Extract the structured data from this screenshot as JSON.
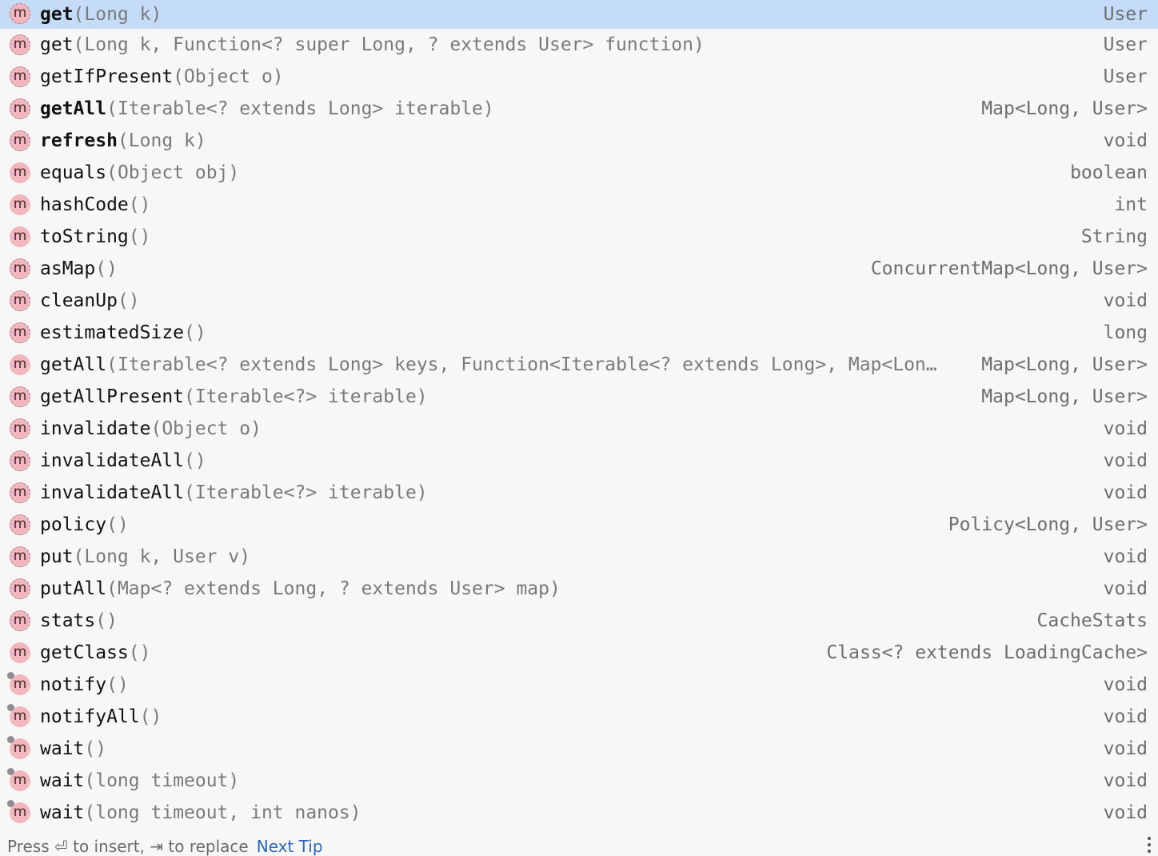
{
  "items": [
    {
      "name": "get",
      "params": "(Long k)",
      "type": "User",
      "bold": true,
      "selected": true,
      "icon": "m",
      "style": "dotted",
      "lock": false
    },
    {
      "name": "get",
      "params": "(Long k, Function<? super Long, ? extends User> function)",
      "type": "User",
      "bold": false,
      "selected": false,
      "icon": "m",
      "style": "dotted",
      "lock": false
    },
    {
      "name": "getIfPresent",
      "params": "(Object o)",
      "type": "User",
      "bold": false,
      "selected": false,
      "icon": "m",
      "style": "dotted",
      "lock": false
    },
    {
      "name": "getAll",
      "params": "(Iterable<? extends Long> iterable)",
      "type": "Map<Long, User>",
      "bold": true,
      "selected": false,
      "icon": "m",
      "style": "dotted",
      "lock": false
    },
    {
      "name": "refresh",
      "params": "(Long k)",
      "type": "void",
      "bold": true,
      "selected": false,
      "icon": "m",
      "style": "dotted",
      "lock": false
    },
    {
      "name": "equals",
      "params": "(Object obj)",
      "type": "boolean",
      "bold": false,
      "selected": false,
      "icon": "m",
      "style": "solid",
      "lock": false
    },
    {
      "name": "hashCode",
      "params": "()",
      "type": "int",
      "bold": false,
      "selected": false,
      "icon": "m",
      "style": "solid",
      "lock": false
    },
    {
      "name": "toString",
      "params": "()",
      "type": "String",
      "bold": false,
      "selected": false,
      "icon": "m",
      "style": "solid",
      "lock": false
    },
    {
      "name": "asMap",
      "params": "()",
      "type": "ConcurrentMap<Long, User>",
      "bold": false,
      "selected": false,
      "icon": "m",
      "style": "dotted",
      "lock": false
    },
    {
      "name": "cleanUp",
      "params": "()",
      "type": "void",
      "bold": false,
      "selected": false,
      "icon": "m",
      "style": "dotted",
      "lock": false
    },
    {
      "name": "estimatedSize",
      "params": "()",
      "type": "long",
      "bold": false,
      "selected": false,
      "icon": "m",
      "style": "dotted",
      "lock": false
    },
    {
      "name": "getAll",
      "params": "(Iterable<? extends Long> keys, Function<Iterable<? extends Long>, Map<Lon…",
      "type": "Map<Long, User>",
      "bold": false,
      "selected": false,
      "icon": "m",
      "style": "solid",
      "lock": false
    },
    {
      "name": "getAllPresent",
      "params": "(Iterable<?> iterable)",
      "type": "Map<Long, User>",
      "bold": false,
      "selected": false,
      "icon": "m",
      "style": "dotted",
      "lock": false
    },
    {
      "name": "invalidate",
      "params": "(Object o)",
      "type": "void",
      "bold": false,
      "selected": false,
      "icon": "m",
      "style": "dotted",
      "lock": false
    },
    {
      "name": "invalidateAll",
      "params": "()",
      "type": "void",
      "bold": false,
      "selected": false,
      "icon": "m",
      "style": "dotted",
      "lock": false
    },
    {
      "name": "invalidateAll",
      "params": "(Iterable<?> iterable)",
      "type": "void",
      "bold": false,
      "selected": false,
      "icon": "m",
      "style": "dotted",
      "lock": false
    },
    {
      "name": "policy",
      "params": "()",
      "type": "Policy<Long, User>",
      "bold": false,
      "selected": false,
      "icon": "m",
      "style": "dotted",
      "lock": false
    },
    {
      "name": "put",
      "params": "(Long k, User v)",
      "type": "void",
      "bold": false,
      "selected": false,
      "icon": "m",
      "style": "dotted",
      "lock": false
    },
    {
      "name": "putAll",
      "params": "(Map<? extends Long, ? extends User> map)",
      "type": "void",
      "bold": false,
      "selected": false,
      "icon": "m",
      "style": "dotted",
      "lock": false
    },
    {
      "name": "stats",
      "params": "()",
      "type": "CacheStats",
      "bold": false,
      "selected": false,
      "icon": "m",
      "style": "dotted",
      "lock": false
    },
    {
      "name": "getClass",
      "params": "()",
      "type": "Class<? extends LoadingCache>",
      "bold": false,
      "selected": false,
      "icon": "m",
      "style": "solid",
      "lock": false
    },
    {
      "name": "notify",
      "params": "()",
      "type": "void",
      "bold": false,
      "selected": false,
      "icon": "m",
      "style": "solid",
      "lock": true
    },
    {
      "name": "notifyAll",
      "params": "()",
      "type": "void",
      "bold": false,
      "selected": false,
      "icon": "m",
      "style": "solid",
      "lock": true
    },
    {
      "name": "wait",
      "params": "()",
      "type": "void",
      "bold": false,
      "selected": false,
      "icon": "m",
      "style": "solid",
      "lock": true
    },
    {
      "name": "wait",
      "params": "(long timeout)",
      "type": "void",
      "bold": false,
      "selected": false,
      "icon": "m",
      "style": "solid",
      "lock": true
    },
    {
      "name": "wait",
      "params": "(long timeout, int nanos)",
      "type": "void",
      "bold": false,
      "selected": false,
      "icon": "m",
      "style": "solid",
      "lock": true
    }
  ],
  "footer": {
    "hint": "Press ⏎ to insert, ⇥ to replace",
    "next_tip": "Next Tip"
  },
  "icons": {
    "method": "method-icon",
    "more": "kebab-menu-icon"
  },
  "colors": {
    "selection": "#c5dcf9",
    "method_icon": "#f3b6bf",
    "link": "#2a66c0"
  }
}
